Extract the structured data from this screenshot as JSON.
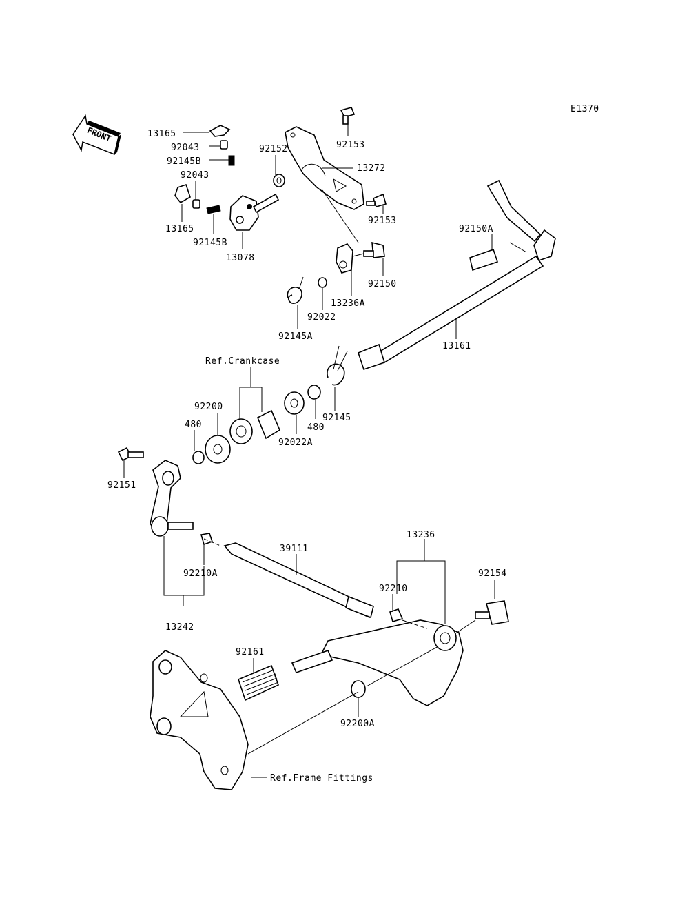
{
  "diagram": {
    "code": "E1370",
    "front_label": "FRONT",
    "refs": {
      "crankcase": "Ref.Crankcase",
      "frame_fittings": "Ref.Frame Fittings"
    },
    "labels": {
      "p13165_top": "13165",
      "p92043_top": "92043",
      "p92145B_top": "92145B",
      "p92043_low": "92043",
      "p13165_low": "13165",
      "p92145B_low": "92145B",
      "p13078": "13078",
      "p92152": "92152",
      "p92153_top": "92153",
      "p13272": "13272",
      "p92153_low": "92153",
      "p92150A": "92150A",
      "p92150": "92150",
      "p13236A": "13236A",
      "p92022": "92022",
      "p92145A": "92145A",
      "p13161": "13161",
      "p92145": "92145",
      "p480_right": "480",
      "p92022A": "92022A",
      "p92200": "92200",
      "p480_left": "480",
      "p92151": "92151",
      "p39111": "39111",
      "p92210A": "92210A",
      "p13242": "13242",
      "p13236": "13236",
      "p92210": "92210",
      "p92154": "92154",
      "p92161": "92161",
      "p92200A": "92200A"
    }
  }
}
